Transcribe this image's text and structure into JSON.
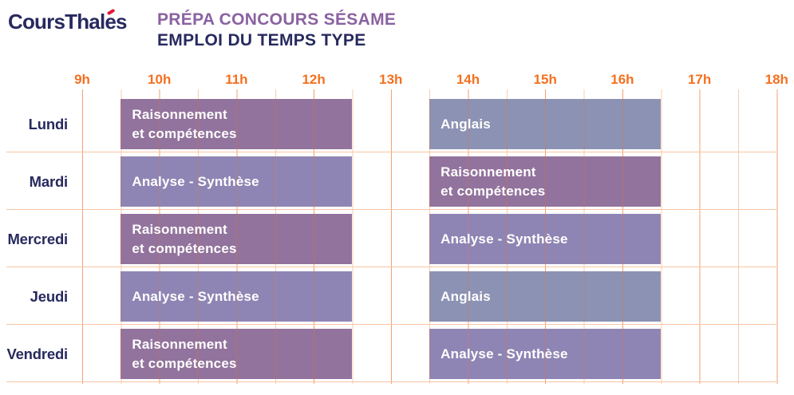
{
  "logo": {
    "prefix": "CoursThal",
    "accent_letter": "e",
    "suffix": "s",
    "accent_color": "#E31837"
  },
  "header": {
    "title": "PRÉPA CONCOURS SÉSAME",
    "subtitle": "EMPLOI DU TEMPS TYPE"
  },
  "axis": {
    "hours": [
      "9h",
      "10h",
      "11h",
      "12h",
      "13h",
      "14h",
      "15h",
      "16h",
      "17h",
      "18h"
    ]
  },
  "subjects": {
    "raisonnement": {
      "lines": [
        "Raisonnement",
        "et compétences"
      ],
      "color": "#92739D"
    },
    "analyse": {
      "lines": [
        "Analyse - Synthèse"
      ],
      "color": "#8F85B4"
    },
    "anglais": {
      "lines": [
        "Anglais"
      ],
      "color": "#8C92B3"
    }
  },
  "schedule": {
    "days": [
      {
        "label": "Lundi",
        "sessions": [
          {
            "subject": "raisonnement",
            "start": "9h30",
            "end": "12h30"
          },
          {
            "subject": "anglais",
            "start": "13h30",
            "end": "16h30"
          }
        ]
      },
      {
        "label": "Mardi",
        "sessions": [
          {
            "subject": "analyse",
            "start": "9h30",
            "end": "12h30"
          },
          {
            "subject": "raisonnement",
            "start": "13h30",
            "end": "16h30"
          }
        ]
      },
      {
        "label": "Mercredi",
        "sessions": [
          {
            "subject": "raisonnement",
            "start": "9h30",
            "end": "12h30"
          },
          {
            "subject": "analyse",
            "start": "13h30",
            "end": "16h30"
          }
        ]
      },
      {
        "label": "Jeudi",
        "sessions": [
          {
            "subject": "analyse",
            "start": "9h30",
            "end": "12h30"
          },
          {
            "subject": "anglais",
            "start": "13h30",
            "end": "16h30"
          }
        ]
      },
      {
        "label": "Vendredi",
        "sessions": [
          {
            "subject": "raisonnement",
            "start": "9h30",
            "end": "12h30"
          },
          {
            "subject": "analyse",
            "start": "13h30",
            "end": "16h30"
          }
        ]
      }
    ]
  },
  "colors": {
    "navy": "#272A5F",
    "title_purple": "#8A62A0",
    "axis_orange": "#F4701F",
    "grid_hour_line": "#F2A171",
    "grid_half_hour_line": "#F8CDAF",
    "grid_row_line": "#F8C5A2",
    "block_text": "#FFFFFF",
    "block_raisonnement": "#92739D",
    "block_analyse": "#8F85B4",
    "block_anglais": "#8C92B3"
  }
}
